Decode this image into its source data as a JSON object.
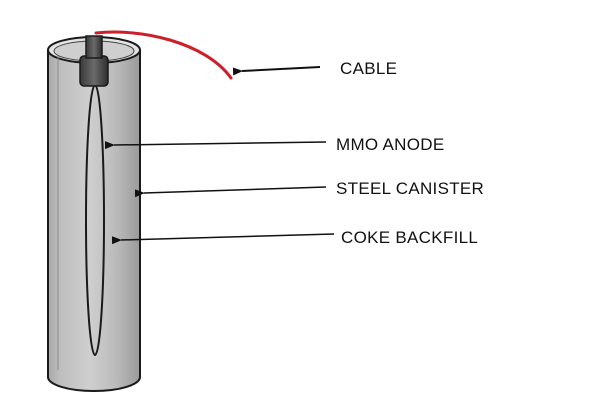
{
  "labels": {
    "cable": "CABLE",
    "mmo_anode": "MMO ANODE",
    "steel_canister": "STEEL CANISTER",
    "coke_backfill": "COKE BACKFILL"
  },
  "colors": {
    "cable": "#cc1f2a",
    "canister_light": "#d6d6d6",
    "canister_mid": "#b0b0b0",
    "canister_dark": "#8e8e8e",
    "outline": "#1a1a1a",
    "arrow": "#111111"
  }
}
